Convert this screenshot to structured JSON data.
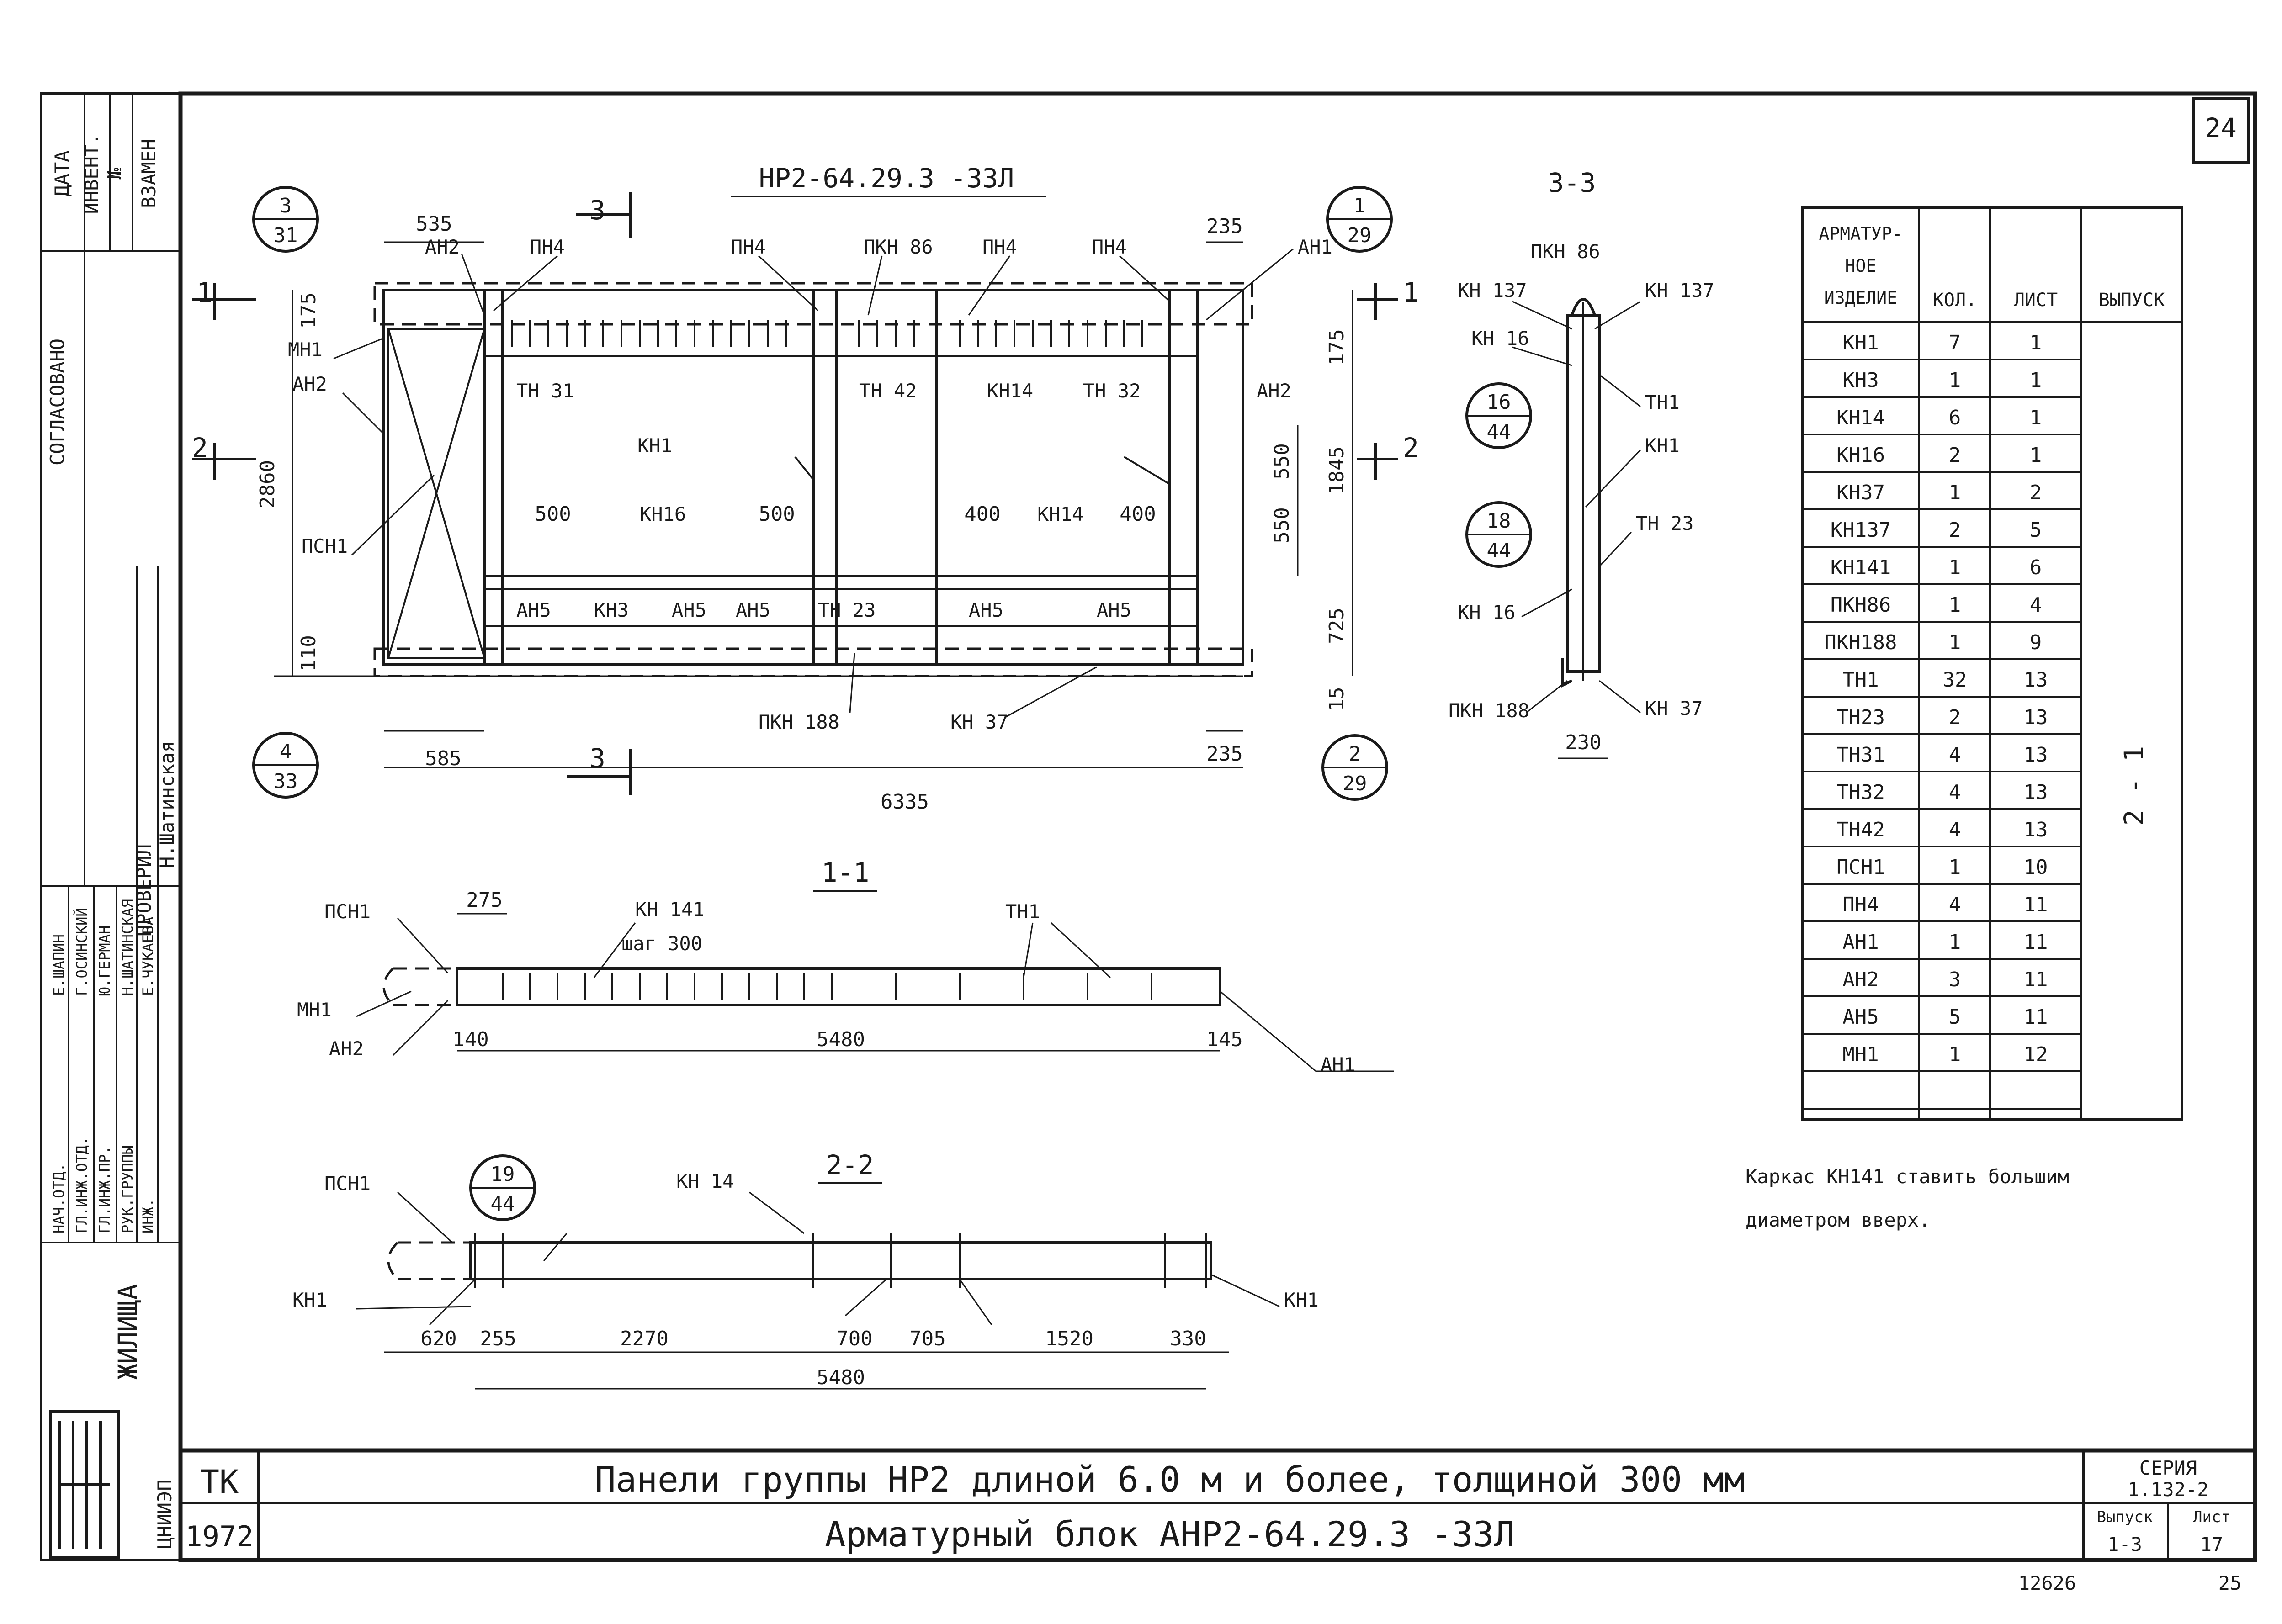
{
  "sheet": {
    "number": "24"
  },
  "views": {
    "main": "НР2-64.29.3 -33Л",
    "s33": "3-3",
    "s11": "1-1",
    "s22": "2-2"
  },
  "cuts": {
    "c1": "1",
    "c2": "2",
    "c3": "3"
  },
  "refs": [
    {
      "top": "3",
      "bottom": "31"
    },
    {
      "top": "1",
      "bottom": "29"
    },
    {
      "top": "4",
      "bottom": "33"
    },
    {
      "top": "2",
      "bottom": "29"
    },
    {
      "top": "16",
      "bottom": "44"
    },
    {
      "top": "18",
      "bottom": "44"
    },
    {
      "top": "19",
      "bottom": "44"
    }
  ],
  "elevation": {
    "dims": [
      "535",
      "235",
      "175",
      "2860",
      "110",
      "175",
      "550",
      "550",
      "1845",
      "725",
      "15",
      "585",
      "235",
      "6335",
      "500",
      "500",
      "400",
      "400"
    ],
    "labels": [
      "АН2",
      "ПН4",
      "ПН4",
      "ПКН 86",
      "ПН4",
      "ПН4",
      "АН1",
      "МН1",
      "АН2",
      "ПСН1",
      "ТН 31",
      "КН1",
      "ТН 42",
      "КН14",
      "ТН 32",
      "АН2",
      "КН16",
      "КН14",
      "АН5",
      "КН3",
      "АН5",
      "АН5",
      "ТН 23",
      "АН5",
      "АН5",
      "ПКН 188",
      "КН 37"
    ]
  },
  "section33": {
    "dim": "230",
    "labels": [
      "ПКН 86",
      "КН 137",
      "КН 137",
      "КН 16",
      "ТН1",
      "КН1",
      "ТН 23",
      "КН 16",
      "ПКН 188",
      "КН 37"
    ]
  },
  "section11": {
    "dims": [
      "275",
      "140",
      "5480",
      "145"
    ],
    "labels": [
      "ПСН1",
      "КН 141",
      "шаг 300",
      "ТН1",
      "МН1",
      "АН2",
      "АН1"
    ]
  },
  "section22": {
    "dims": [
      "620",
      "255",
      "2270",
      "700",
      "705",
      "1520",
      "330",
      "5480"
    ],
    "labels": [
      "ПСН1",
      "КН 14",
      "КН1",
      "КН1"
    ]
  },
  "table": {
    "head": {
      "item": [
        "АРМАТУР-",
        "НОЕ",
        "ИЗДЕЛИЕ"
      ],
      "qty": "КОЛ.",
      "sheet": "ЛИСТ",
      "issue": "ВЫПУСК"
    },
    "issue_value": "2 - 1",
    "rows": [
      {
        "item": "КН1",
        "qty": "7",
        "sheet": "1"
      },
      {
        "item": "КН3",
        "qty": "1",
        "sheet": "1"
      },
      {
        "item": "КН14",
        "qty": "6",
        "sheet": "1"
      },
      {
        "item": "КН16",
        "qty": "2",
        "sheet": "1"
      },
      {
        "item": "КН37",
        "qty": "1",
        "sheet": "2"
      },
      {
        "item": "КН137",
        "qty": "2",
        "sheet": "5"
      },
      {
        "item": "КН141",
        "qty": "1",
        "sheet": "6"
      },
      {
        "item": "ПКН86",
        "qty": "1",
        "sheet": "4"
      },
      {
        "item": "ПКН188",
        "qty": "1",
        "sheet": "9"
      },
      {
        "item": "ТН1",
        "qty": "32",
        "sheet": "13"
      },
      {
        "item": "ТН23",
        "qty": "2",
        "sheet": "13"
      },
      {
        "item": "ТН31",
        "qty": "4",
        "sheet": "13"
      },
      {
        "item": "ТН32",
        "qty": "4",
        "sheet": "13"
      },
      {
        "item": "ТН42",
        "qty": "4",
        "sheet": "13"
      },
      {
        "item": "ПСН1",
        "qty": "1",
        "sheet": "10"
      },
      {
        "item": "ПН4",
        "qty": "4",
        "sheet": "11"
      },
      {
        "item": "АН1",
        "qty": "1",
        "sheet": "11"
      },
      {
        "item": "АН2",
        "qty": "3",
        "sheet": "11"
      },
      {
        "item": "АН5",
        "qty": "5",
        "sheet": "11"
      },
      {
        "item": "МН1",
        "qty": "1",
        "sheet": "12"
      },
      {
        "item": "",
        "qty": "",
        "sheet": ""
      }
    ]
  },
  "note": {
    "line1": "Каркас КН141 ставить большим",
    "line2": "диаметром вверх."
  },
  "strip": {
    "agreed": "СОГЛАСОВАНО",
    "date": "ДАТА",
    "inv": "ИНВЕНТ.",
    "num": "№",
    "replace": "ВЗАМЕН",
    "checked": "ПРОВЕРИЛ",
    "checker": "Н.Шатинская",
    "roles": [
      "НАЧ.ОТД.",
      "ГЛ.ИНЖ.ОТД.",
      "ГЛ.ИНЖ.ПР.",
      "РУК.ГРУППЫ",
      "ИНЖ."
    ],
    "names": [
      "Е.ШАПИН",
      "Г.ОСИНСКИЙ",
      "Ю.ГЕРМАН",
      "Н.ШАТИНСКАЯ",
      "Е.ЧУКАЕВА"
    ],
    "org": "ЖИЛИЩА",
    "logo": "ЦНИИЭП"
  },
  "title": {
    "tk": "ТК",
    "year": "1972",
    "line1": "Панели группы НР2 длиной 6.0 м и более, толщиной 300 мм",
    "line2": "Арматурный блок АНР2-64.29.3 -33Л",
    "series_label": "СЕРИЯ",
    "series": "1.132-2",
    "issue_label": "Выпуск",
    "issue": "1-3",
    "list_label": "Лист",
    "list": "17"
  },
  "footer": {
    "archive": "12626",
    "page": "25"
  }
}
